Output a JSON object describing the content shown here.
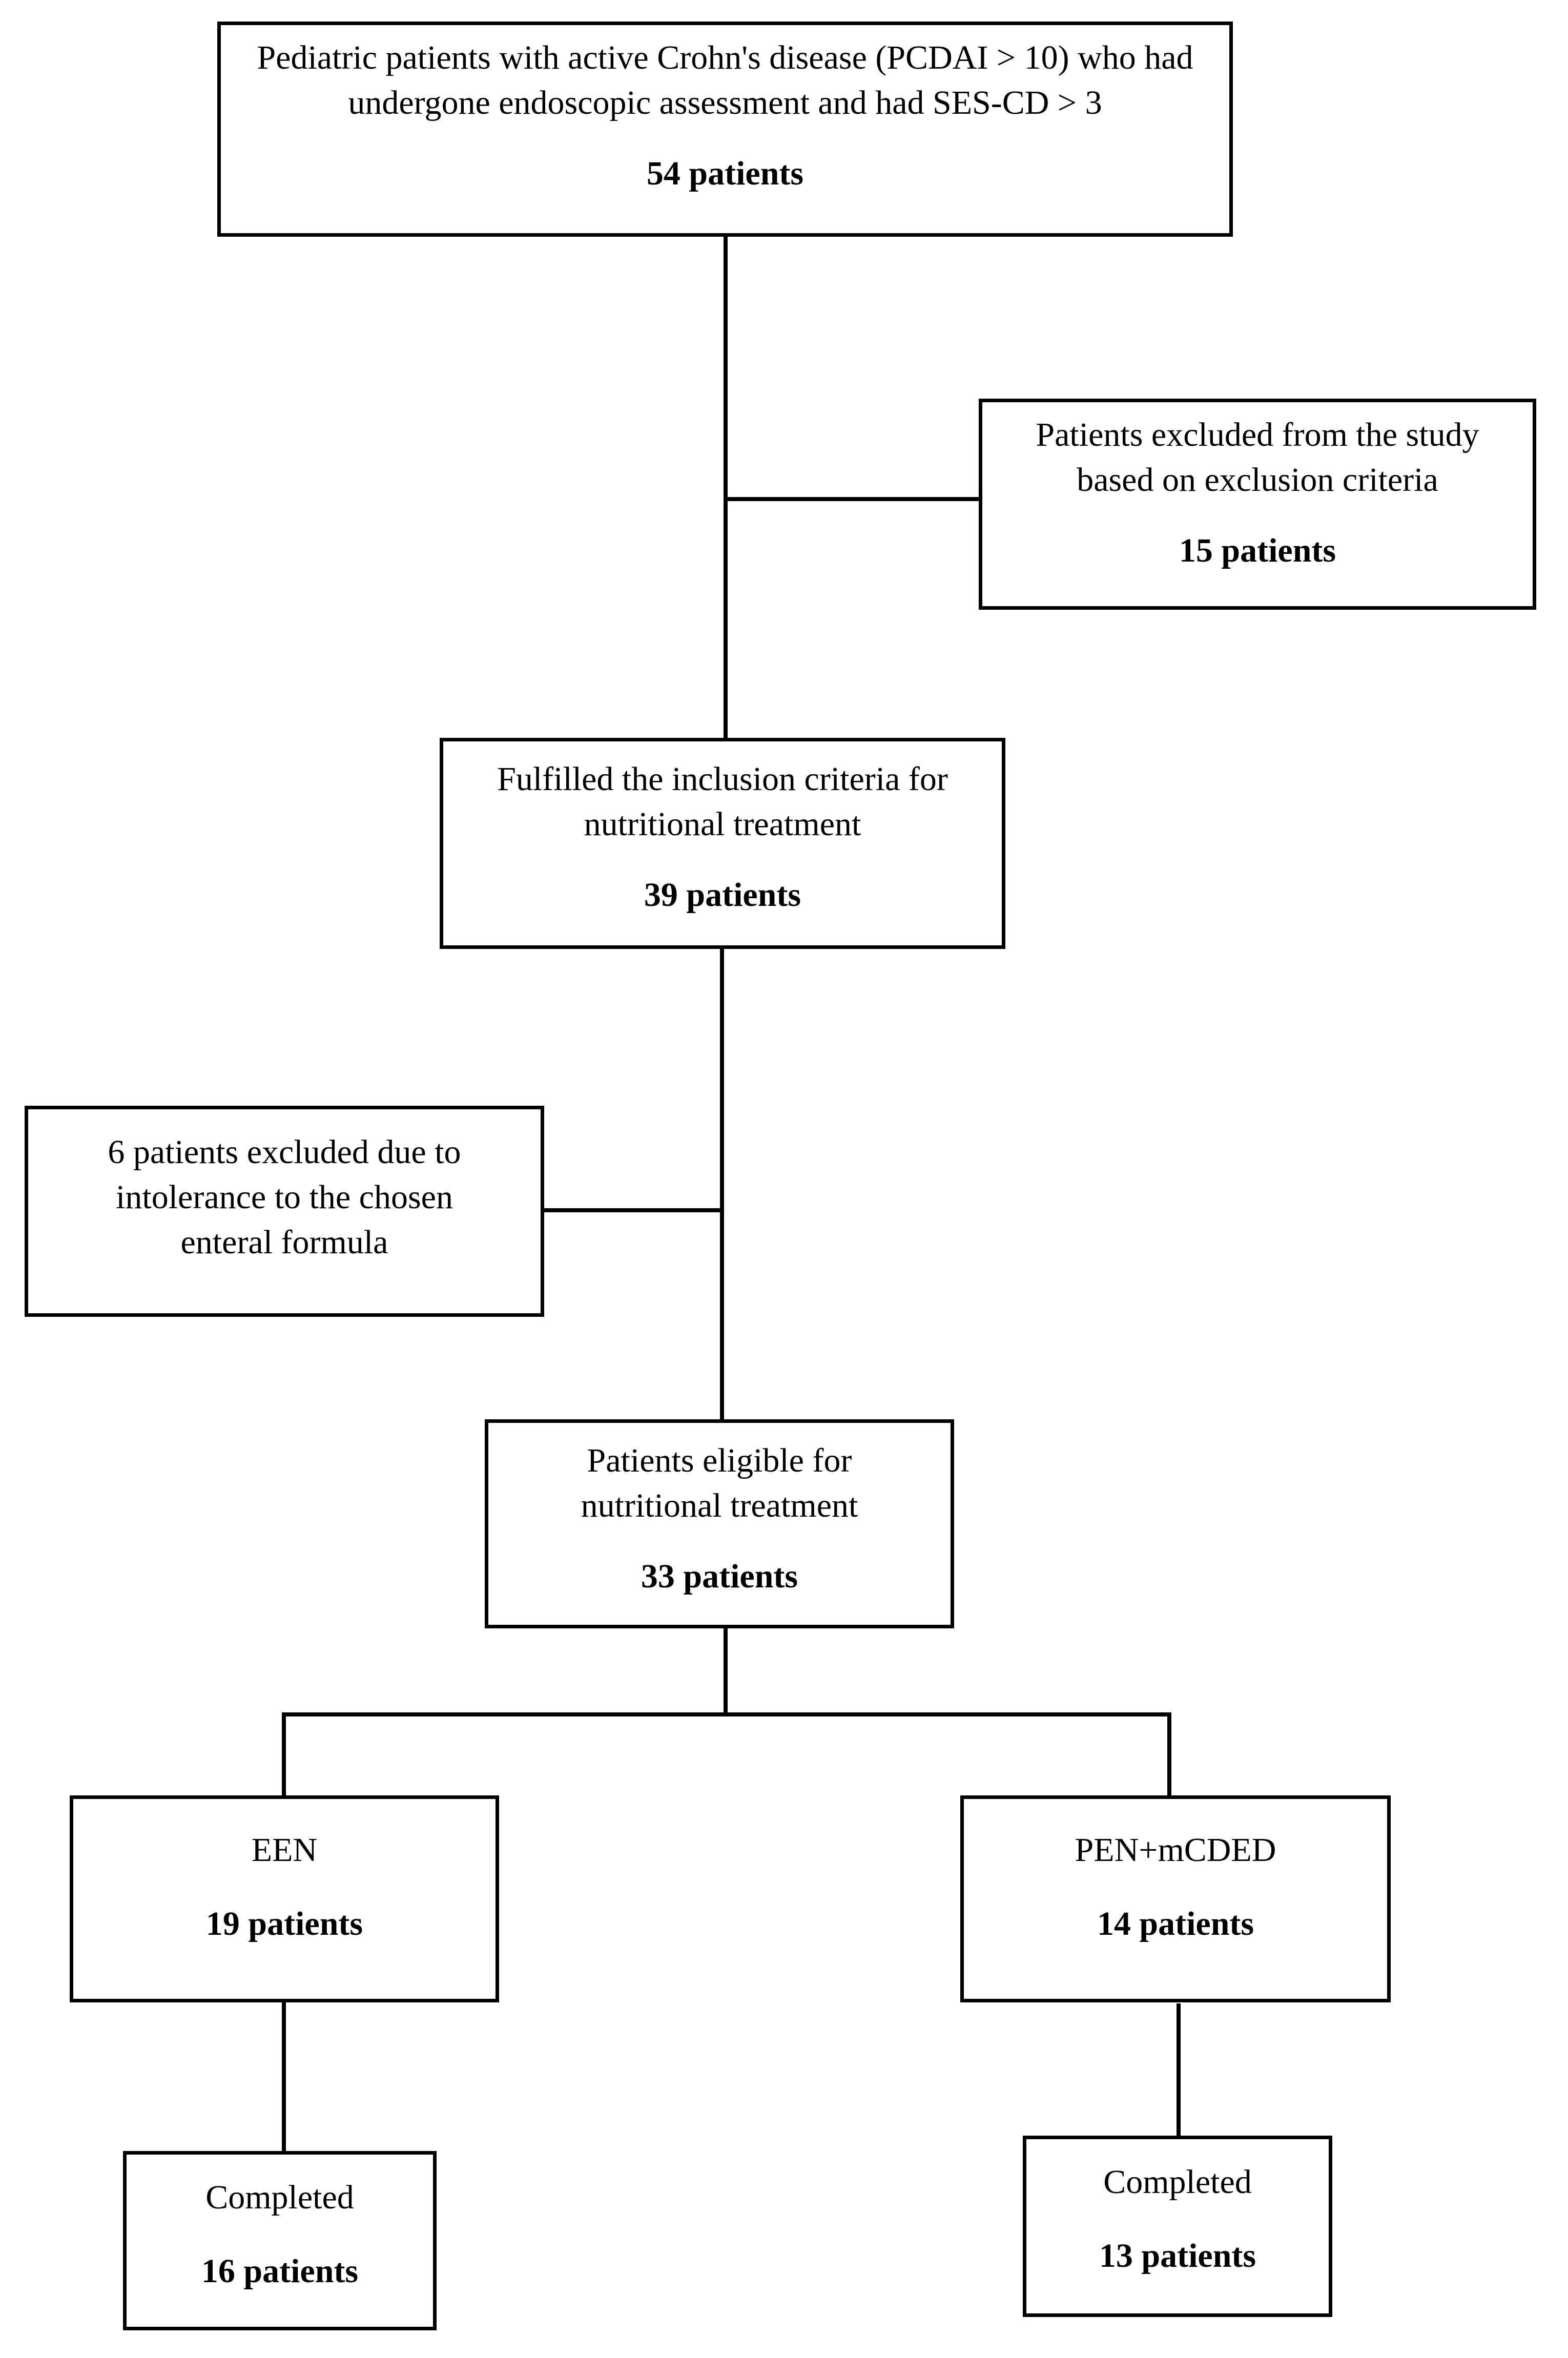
{
  "flowchart": {
    "enrolled": {
      "text": "Pediatric patients with active Crohn's disease (PCDAI > 10) who had undergone endoscopic assessment and had SES-CD > 3",
      "count": "54 patients"
    },
    "excluded_criteria": {
      "text": "Patients excluded from the study based on exclusion criteria",
      "count": "15 patients"
    },
    "inclusion": {
      "text": "Fulfilled the inclusion criteria for nutritional treatment",
      "count": "39 patients"
    },
    "excluded_intolerance": {
      "text": "6 patients excluded due to intolerance to the chosen enteral formula"
    },
    "eligible": {
      "text": "Patients eligible for nutritional treatment",
      "count": "33 patients"
    },
    "een": {
      "text": "EEN",
      "count": "19 patients"
    },
    "pen": {
      "text": "PEN+mCDED",
      "count": "14 patients"
    },
    "een_completed": {
      "text": "Completed",
      "count": "16 patients"
    },
    "pen_completed": {
      "text": "Completed",
      "count": "13 patients"
    }
  }
}
